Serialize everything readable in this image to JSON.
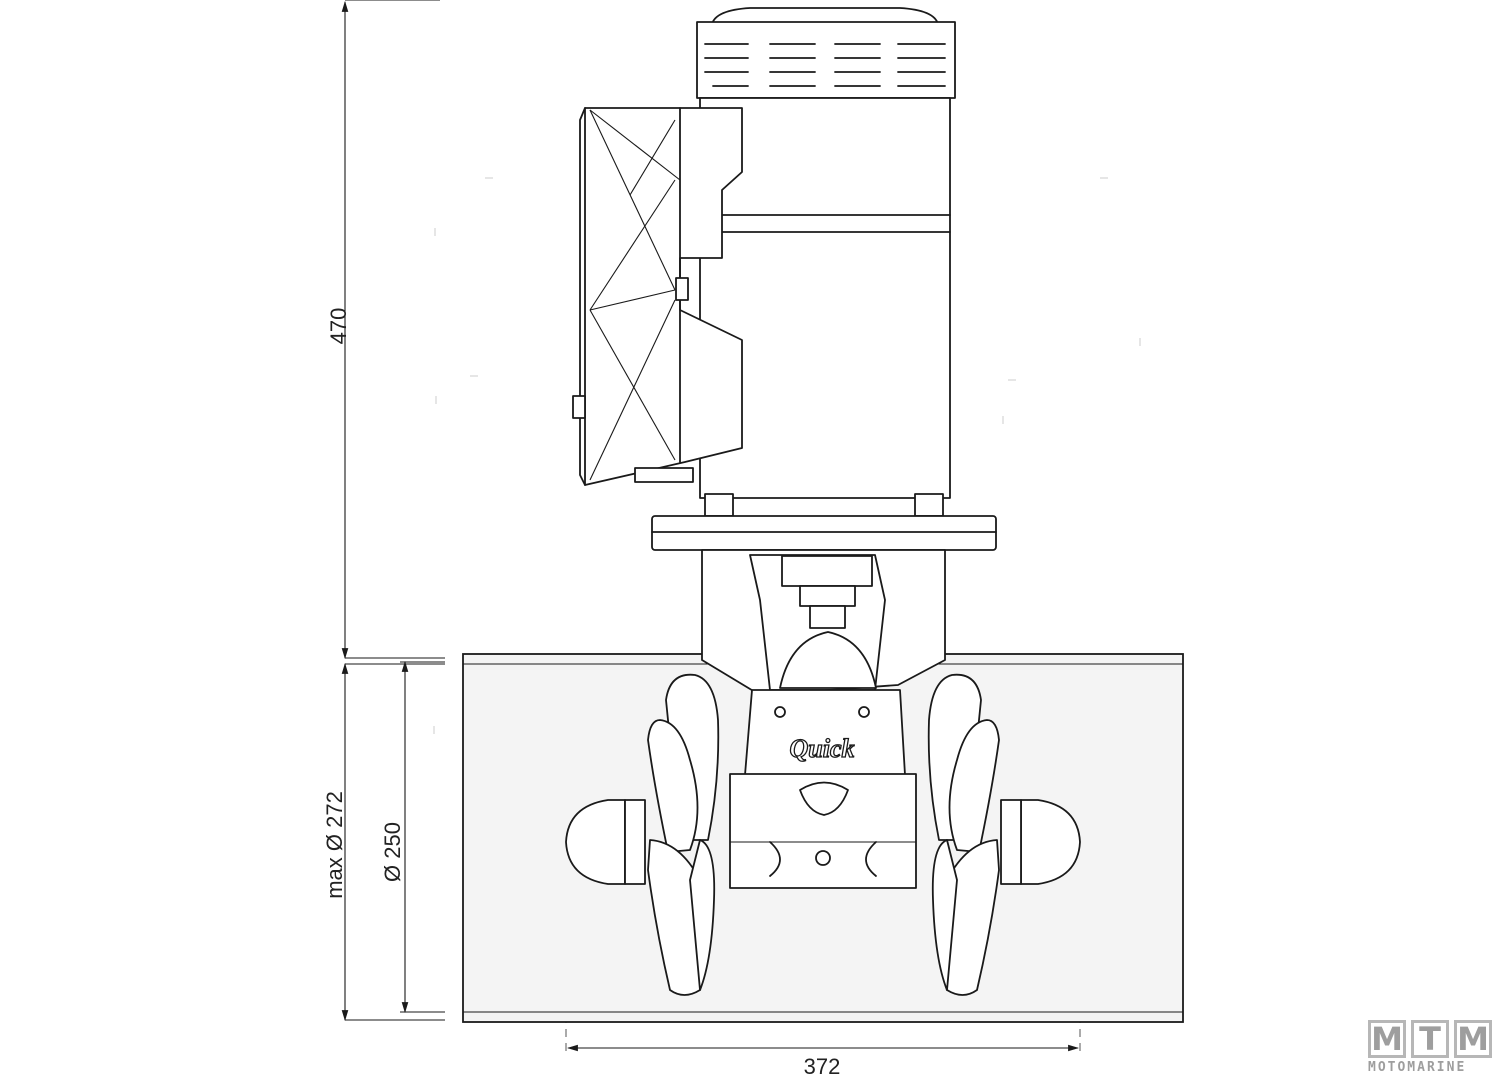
{
  "dimensions": {
    "height_overall": "470",
    "max_tunnel_diameter": "max Ø 272",
    "tunnel_diameter": "Ø 250",
    "width": "372"
  },
  "branding": {
    "product_logo": "Quick",
    "watermark_letters": [
      "M",
      "T",
      "M"
    ],
    "watermark_text": "MOTOMARINE"
  }
}
